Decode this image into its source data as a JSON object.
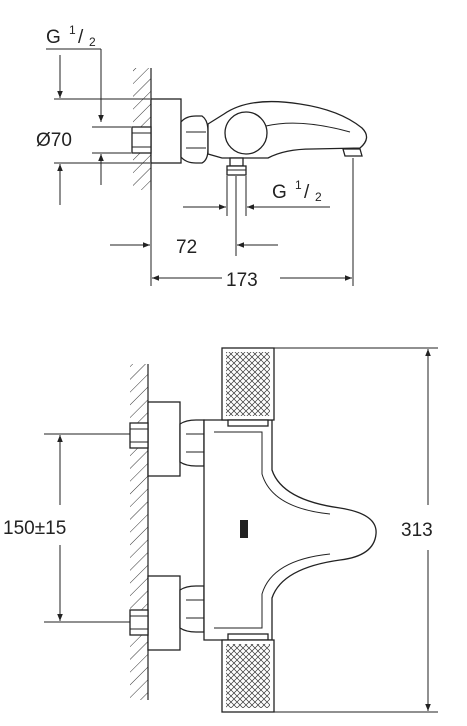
{
  "side_view": {
    "thread_top": {
      "prefix": "G ",
      "num": "1",
      "slash": "/",
      "den": "2"
    },
    "diameter_label": "Ø70",
    "thread_bottom": {
      "prefix": "G ",
      "num": "1",
      "slash": "/",
      "den": "2"
    },
    "dim_72": "72",
    "dim_173": "173"
  },
  "front_view": {
    "dim_150": "150±15",
    "dim_313": "313"
  }
}
